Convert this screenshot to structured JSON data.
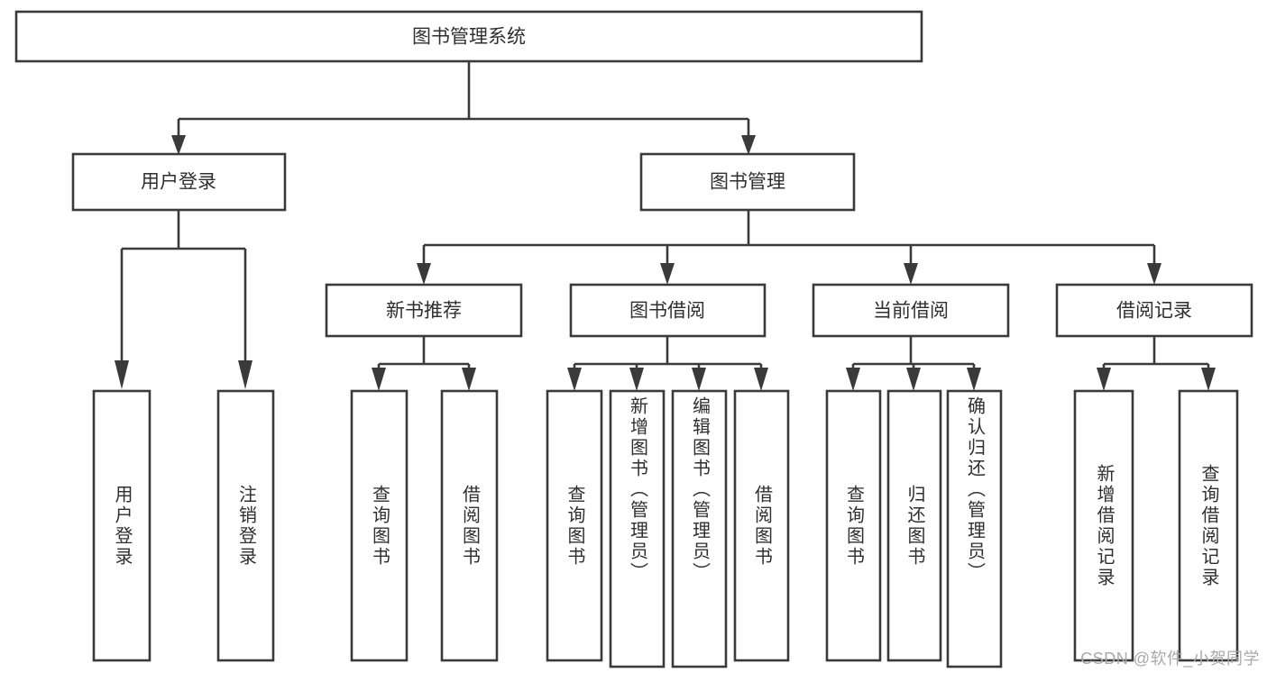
{
  "diagram": {
    "type": "tree",
    "title": "图书管理系统",
    "orientation": "top-down",
    "root": {
      "label": "图书管理系统",
      "children": [
        {
          "label": "用户登录",
          "children": [
            {
              "label": "用户登录"
            },
            {
              "label": "注销登录"
            }
          ]
        },
        {
          "label": "图书管理",
          "children": [
            {
              "label": "新书推荐",
              "children": [
                {
                  "label": "查询图书"
                },
                {
                  "label": "借阅图书"
                }
              ]
            },
            {
              "label": "图书借阅",
              "children": [
                {
                  "label": "查询图书"
                },
                {
                  "label": "新增图书（管理员）"
                },
                {
                  "label": "编辑图书（管理员）"
                },
                {
                  "label": "借阅图书"
                }
              ]
            },
            {
              "label": "当前借阅",
              "children": [
                {
                  "label": "查询图书"
                },
                {
                  "label": "归还图书"
                },
                {
                  "label": "确认归还（管理员）"
                }
              ]
            },
            {
              "label": "借阅记录",
              "children": [
                {
                  "label": "新增借阅记录"
                },
                {
                  "label": "查询借阅记录"
                }
              ]
            }
          ]
        }
      ]
    }
  },
  "nodes": {
    "root": "图书管理系统",
    "l2": [
      "用户登录",
      "图书管理"
    ],
    "l3": [
      "新书推荐",
      "图书借阅",
      "当前借阅",
      "借阅记录"
    ],
    "leaves_user": [
      "用户登录",
      "注销登录"
    ],
    "leaves_newbook": [
      "查询图书",
      "借阅图书"
    ],
    "leaves_borrow": [
      "查询图书",
      "新增图书（管理员）",
      "编辑图书（管理员）",
      "借阅图书"
    ],
    "leaves_current": [
      "查询图书",
      "归还图书",
      "确认归还（管理员）"
    ],
    "leaves_record": [
      "新增借阅记录",
      "查询借阅记录"
    ]
  },
  "watermark": {
    "text": "CSDN @软件_小贺同学"
  },
  "colors": {
    "background": "#ffffff",
    "box_fill": "#ffffff",
    "box_stroke": "#3a3a3a",
    "text": "#2f2f2f",
    "watermark": "#a9a9a9"
  }
}
